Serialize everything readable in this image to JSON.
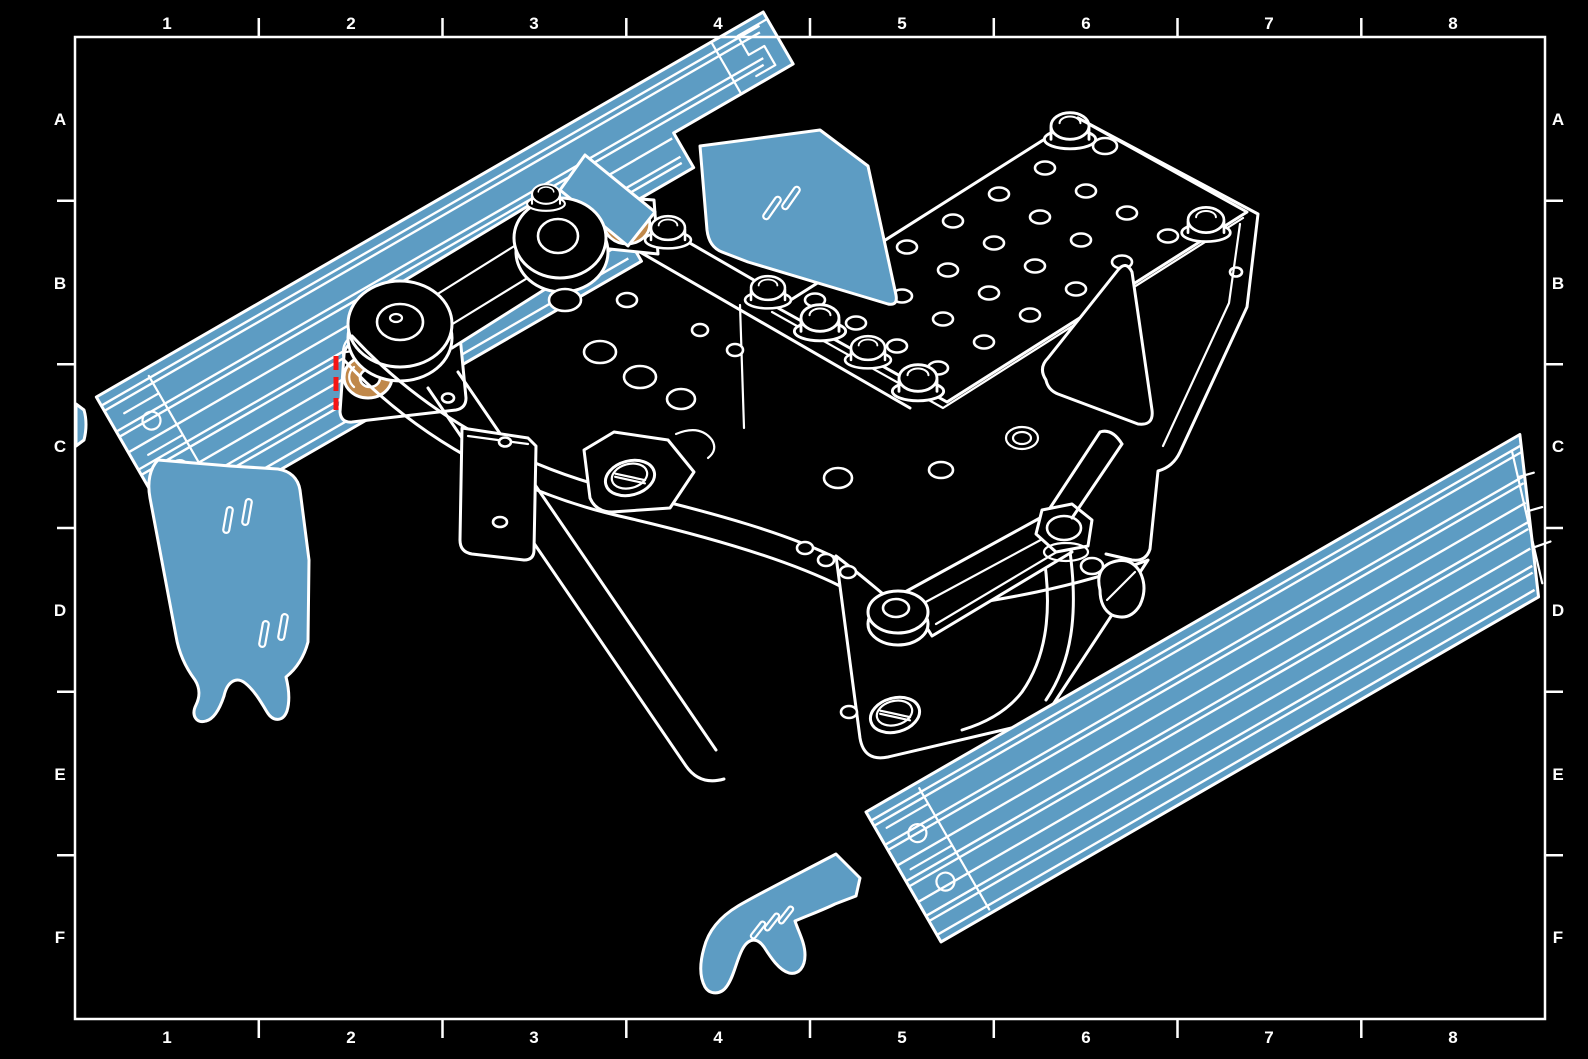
{
  "drawing": {
    "type": "isometric-assembly-technical-drawing",
    "background": "#000000",
    "line_color": "#ffffff",
    "colors": {
      "highlight_blue": "#5d9cc3",
      "bushing_orange": "#c0884a",
      "marker_red": "#f51515"
    },
    "frame": {
      "columns": [
        "1",
        "2",
        "3",
        "4",
        "5",
        "6",
        "7",
        "8"
      ],
      "rows": [
        "A",
        "B",
        "C",
        "D",
        "E",
        "F"
      ]
    },
    "parts": [
      {
        "id": "rail-top",
        "label": "aluminum-extrusion-rail-highlighted"
      },
      {
        "id": "bracket-left",
        "label": "mounting-bracket-highlighted"
      },
      {
        "id": "bracket-top",
        "label": "mounting-bracket-highlighted"
      },
      {
        "id": "rail-bottom",
        "label": "aluminum-extrusion-rail-highlighted"
      },
      {
        "id": "bracket-bottom",
        "label": "mounting-bracket-highlighted"
      },
      {
        "id": "seat-base",
        "label": "seat-base-wireframe-assembly"
      },
      {
        "id": "perforated-plate",
        "label": "perforated-mounting-plate"
      },
      {
        "id": "bushing-left",
        "label": "flanged-bushing"
      },
      {
        "id": "bushing-right",
        "label": "flanged-bushing"
      },
      {
        "id": "alignment-marker",
        "label": "red-dashed-alignment-mark"
      }
    ]
  }
}
